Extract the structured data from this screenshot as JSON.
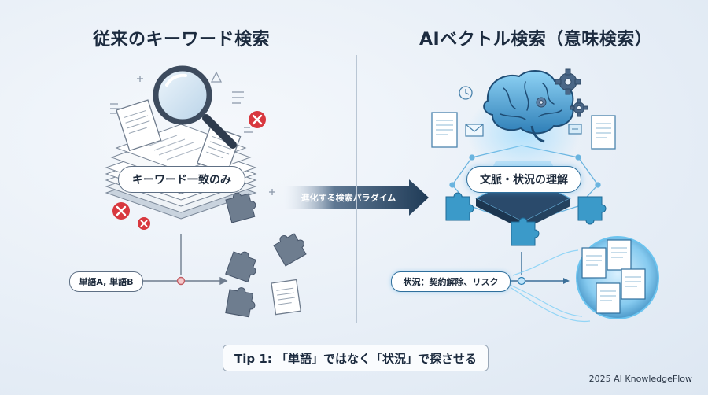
{
  "titles": {
    "left": "従来のキーワード検索",
    "right": "AIベクトル検索（意味検索）"
  },
  "left_panel": {
    "keyword_match_label": "キーワード一致のみ",
    "query_label": "単語A, 単語B"
  },
  "center": {
    "arrow_label": "進化する検索パラダイム"
  },
  "right_panel": {
    "context_label": "文脈・状況の理解",
    "query_label": "状況：契約解除、リスク"
  },
  "tip": "Tip 1: 「単語」ではなく「状況」で探させる",
  "brand": "2025 AI KnowledgeFlow",
  "colors": {
    "dark_navy": "#1f3b57",
    "accent_blue": "#3aa8e0",
    "error_red": "#d8383f",
    "puzzle_left": "#6e7d8f",
    "puzzle_right": "#3b9ac9"
  },
  "icons": [
    "magnifier-icon",
    "document-icon",
    "error-icon",
    "puzzle-icon",
    "brain-icon",
    "gear-icon",
    "envelope-icon",
    "chip-icon"
  ]
}
